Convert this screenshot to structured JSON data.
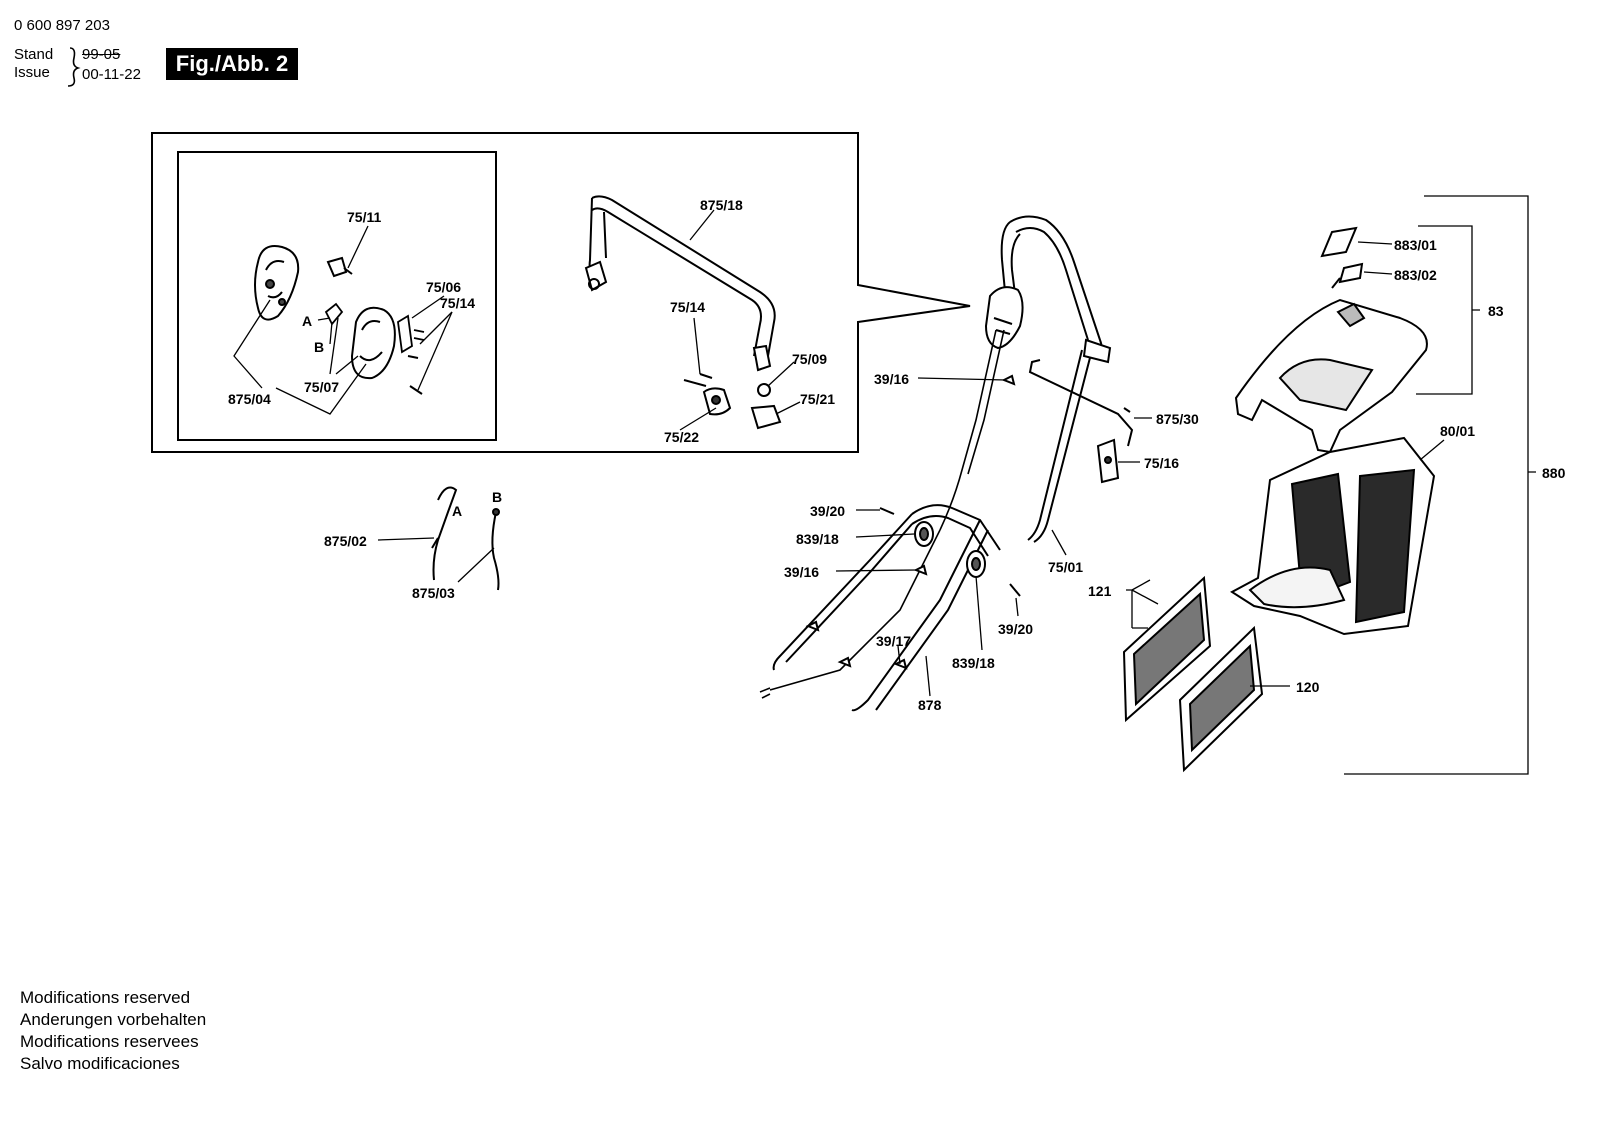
{
  "header": {
    "part_number": "0 600 897 203",
    "stand_label": "Stand",
    "issue_label": "Issue",
    "old_date": "99-05",
    "issue_date": "00-11-22",
    "figure_label": "Fig./Abb. 2"
  },
  "footer": {
    "lines": [
      "Modifications reserved",
      "Anderungen vorbehalten",
      "Modifications reservees",
      "Salvo modificaciones"
    ]
  },
  "callouts": {
    "c_75_11": "75/11",
    "c_75_06": "75/06",
    "c_75_14_a": "75/14",
    "c_A_a": "A",
    "c_B_a": "B",
    "c_75_07": "75/07",
    "c_875_04": "875/04",
    "c_875_18": "875/18",
    "c_75_14_b": "75/14",
    "c_75_09": "75/09",
    "c_75_21": "75/21",
    "c_75_22": "75/22",
    "c_A_b": "A",
    "c_B_b": "B",
    "c_875_02": "875/02",
    "c_875_03": "875/03",
    "c_39_16_a": "39/16",
    "c_875_30": "875/30",
    "c_75_16": "75/16",
    "c_39_20_a": "39/20",
    "c_839_18_a": "839/18",
    "c_39_16_b": "39/16",
    "c_75_01": "75/01",
    "c_39_20_b": "39/20",
    "c_39_17": "39/17",
    "c_839_18_b": "839/18",
    "c_878": "878",
    "c_121": "121",
    "c_120": "120",
    "c_883_01": "883/01",
    "c_883_02": "883/02",
    "c_83": "83",
    "c_80_01": "80/01",
    "c_880": "880"
  }
}
